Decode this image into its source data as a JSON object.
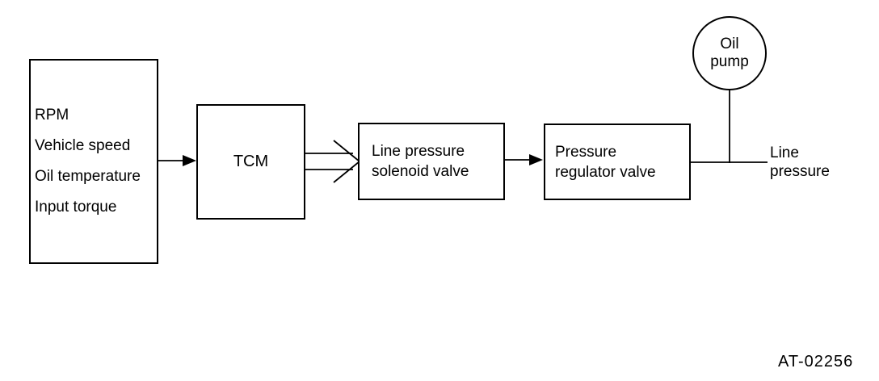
{
  "figure": {
    "inputs_box": {
      "lines": [
        "RPM",
        "Vehicle speed",
        "Oil temperature",
        "Input torque"
      ]
    },
    "tcm_box": {
      "label": "TCM"
    },
    "solenoid_box": {
      "lines": [
        "Line pressure",
        "solenoid valve"
      ]
    },
    "regulator_box": {
      "lines": [
        "Pressure",
        "regulator valve"
      ]
    },
    "oil_pump": {
      "lines": [
        "Oil",
        "pump"
      ]
    },
    "output_label": {
      "lines": [
        "Line",
        "pressure"
      ]
    },
    "figure_code": "AT-02256",
    "colors": {
      "ink": "#000000",
      "background": "#ffffff"
    }
  }
}
